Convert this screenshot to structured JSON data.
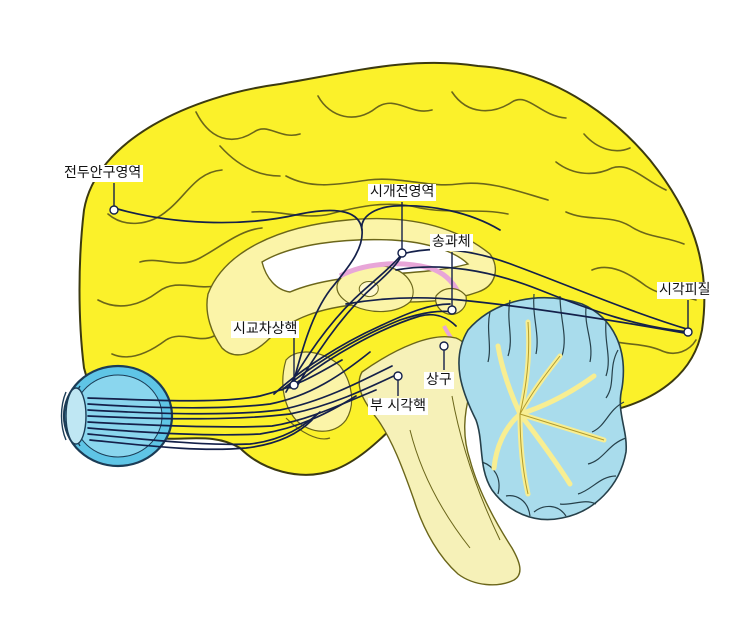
{
  "labels": {
    "frontal_eye_field": "전두안구영역",
    "lateral_geniculate_body": "시개전영역",
    "pineal_body": "송과체",
    "visual_cortex": "시각피질",
    "suprachiasmatic_nucleus": "시교차상핵",
    "superior_colliculus": "상구",
    "accessory_optic_nucleus": "부 시각핵"
  },
  "colors": {
    "cortex": "#fbf12a",
    "cortex_outline": "#3c3a10",
    "deep_structures": "#fbf4a8",
    "brainstem": "#f6f1b8",
    "cerebellum": "#a9dcec",
    "cerebellum_arbor": "#f8ee92",
    "eye": "#5fc5e6",
    "pathways": "#14204a",
    "pineal_region": "#e8a6d8"
  }
}
